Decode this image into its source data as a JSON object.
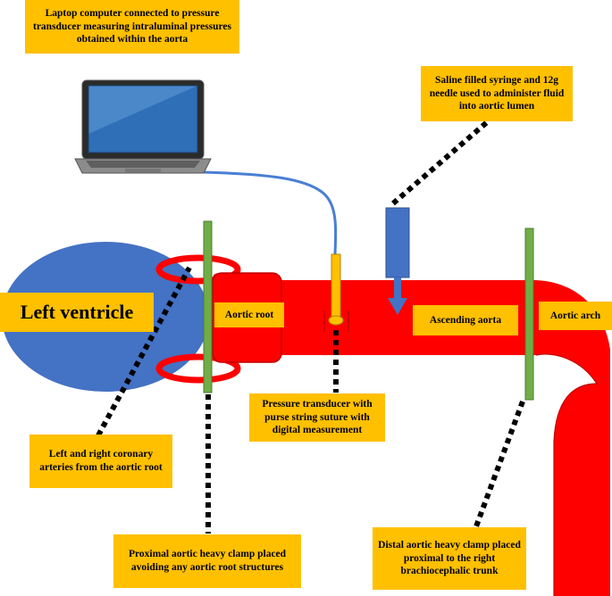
{
  "labels": {
    "laptop": "Laptop computer connected to pressure transducer measuring intraluminal pressures obtained within the aorta",
    "syringe": "Saline filled syringe and 12g needle used to administer fluid into aortic lumen",
    "left_ventricle": "Left ventricle",
    "aortic_root": "Aortic root",
    "ascending_aorta": "Ascending aorta",
    "aortic_arch": "Aortic arch",
    "pressure_transducer": "Pressure transducer with purse string suture with digital measurement",
    "coronary_arteries": "Left and right coronary arteries from the aortic root",
    "proximal_clamp": "Proximal aortic heavy clamp placed avoiding any aortic root structures",
    "distal_clamp": "Distal aortic heavy clamp placed proximal to the right brachiocephalic trunk"
  },
  "colors": {
    "label_bg": "#ffc000",
    "aorta_red": "#ff0000",
    "ventricle_blue": "#4472c4",
    "clamp_green": "#70ad47",
    "transducer_yellow": "#ffc000",
    "cable_blue": "#4a7fd4"
  }
}
